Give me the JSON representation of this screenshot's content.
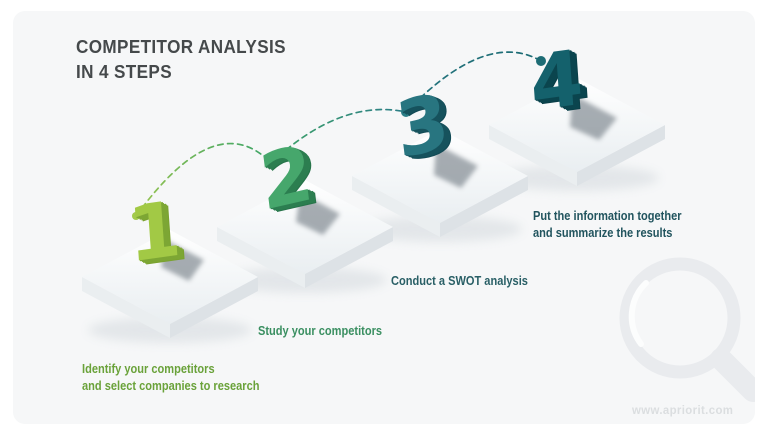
{
  "header": {
    "title_line1": "COMPETITOR ANALYSIS",
    "title_line2": "IN 4 STEPS"
  },
  "steps": [
    {
      "number": "1",
      "caption_lines": [
        "Identify your competitors",
        "and select companies to research"
      ],
      "number_color": "#a2c945",
      "extrude_color": "#7da634",
      "dot_color": "#a3ca4d",
      "caption_color": "#6aa23a"
    },
    {
      "number": "2",
      "caption_lines": [
        "Study your competitors"
      ],
      "number_color": "#46a76c",
      "extrude_color": "#2c7e50",
      "dot_color": "#3fa566",
      "caption_color": "#3a8f61"
    },
    {
      "number": "3",
      "caption_lines": [
        "Conduct a SWOT analysis"
      ],
      "number_color": "#287580",
      "extrude_color": "#16525d",
      "dot_color": "#2b7e87",
      "caption_color": "#295f66"
    },
    {
      "number": "4",
      "caption_lines": [
        "Put the information together",
        "and summarize the results"
      ],
      "number_color": "#14616c",
      "extrude_color": "#0b454e",
      "dot_color": "#1d6c75",
      "caption_color": "#21545e"
    }
  ],
  "connectors": {
    "style": "dashed-arc",
    "arc1_colors": [
      "#9ac54f",
      "#3fa566"
    ],
    "arc2_colors": [
      "#3fa566",
      "#2b7e87"
    ],
    "arc3_colors": [
      "#26767f",
      "#1d6c75"
    ]
  },
  "platform": {
    "top_color": "#ffffff",
    "left_side_color": "#eaeef0",
    "right_side_color": "#dde2e6"
  },
  "watermark": {
    "icon": "magnifier-icon",
    "color": "#e9ebee"
  },
  "footer": {
    "website": "www.apriorit.com"
  }
}
